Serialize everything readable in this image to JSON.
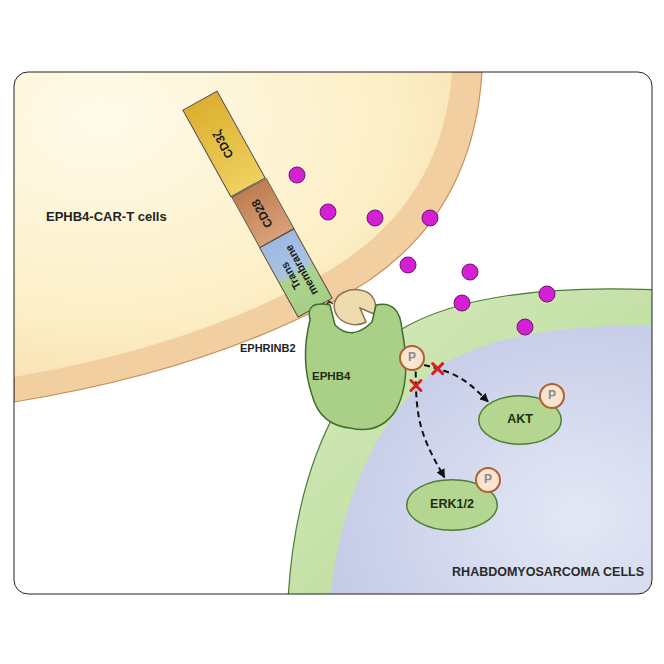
{
  "diagram": {
    "nodes": [
      {
        "text": [
          "EPHB4-CAR-T cells"
        ]
      },
      {
        "text": [
          "CD3ζ"
        ],
        "in": 0
      },
      {
        "text": [
          "CD28"
        ],
        "in": 0
      },
      {
        "text": [
          "Trans membrane"
        ],
        "in": 0
      },
      {
        "text": [
          "EPHRINB2"
        ]
      },
      {
        "text": [
          "RHABDOMYOSARCOMA CELLS"
        ]
      },
      {
        "text": [
          "EPHB4"
        ],
        "in": 5
      },
      {
        "text": [
          "P"
        ],
        "in": 6
      },
      {
        "text": [
          "AKT"
        ],
        "in": 5
      },
      {
        "text": [
          "P"
        ],
        "in": 8
      },
      {
        "text": [
          "ERK1/2"
        ],
        "in": 5
      },
      {
        "text": [
          "P"
        ],
        "in": 10
      }
    ],
    "edges": [
      {
        "from": 7,
        "to": 8,
        "arrow": "to"
      },
      {
        "from": 7,
        "to": 10,
        "arrow": "to"
      }
    ]
  }
}
